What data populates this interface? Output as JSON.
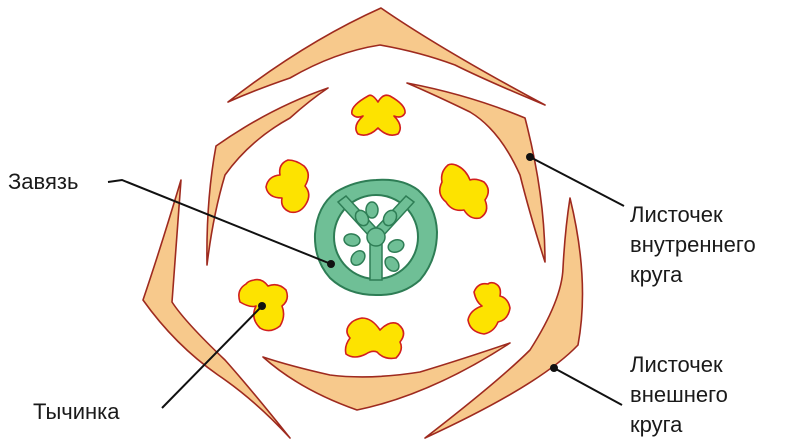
{
  "colors": {
    "tepal_fill": "#f7c98c",
    "tepal_stroke": "#9e2a1f",
    "stamen_fill": "#fde300",
    "stamen_stroke": "#d21f1f",
    "ovary_fill": "#6fbf96",
    "ovary_stroke": "#2e7d55",
    "ovary_inner": "#ffffff",
    "leader": "#111111"
  },
  "labels": {
    "ovary": "Завязь",
    "stamen": "Тычинка",
    "inner_tepal": [
      "Листочек",
      "внутреннего",
      "круга"
    ],
    "outer_tepal": [
      "Листочек",
      "внешнего",
      "круга"
    ]
  }
}
